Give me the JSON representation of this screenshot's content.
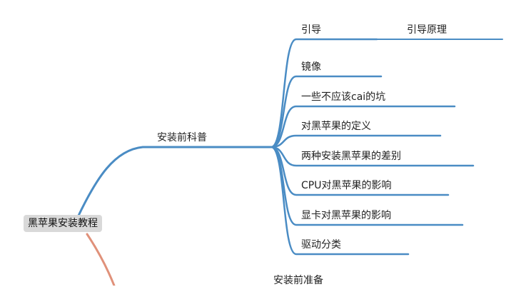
{
  "mindmap": {
    "root": "黑苹果安装教程",
    "branches": [
      {
        "label": "安装前科普",
        "color": "#4a8cc4",
        "children": [
          {
            "label": "引导",
            "children": [
              {
                "label": "引导原理"
              }
            ]
          },
          {
            "label": "镜像"
          },
          {
            "label": "一些不应该cai的坑"
          },
          {
            "label": "对黑苹果的定义"
          },
          {
            "label": "两种安装黑苹果的差别"
          },
          {
            "label": "CPU对黑苹果的影响"
          },
          {
            "label": "显卡对黑苹果的影响"
          },
          {
            "label": "驱动分类"
          }
        ]
      },
      {
        "label": "安装前准备",
        "color": "#e0917a",
        "children": []
      }
    ]
  }
}
